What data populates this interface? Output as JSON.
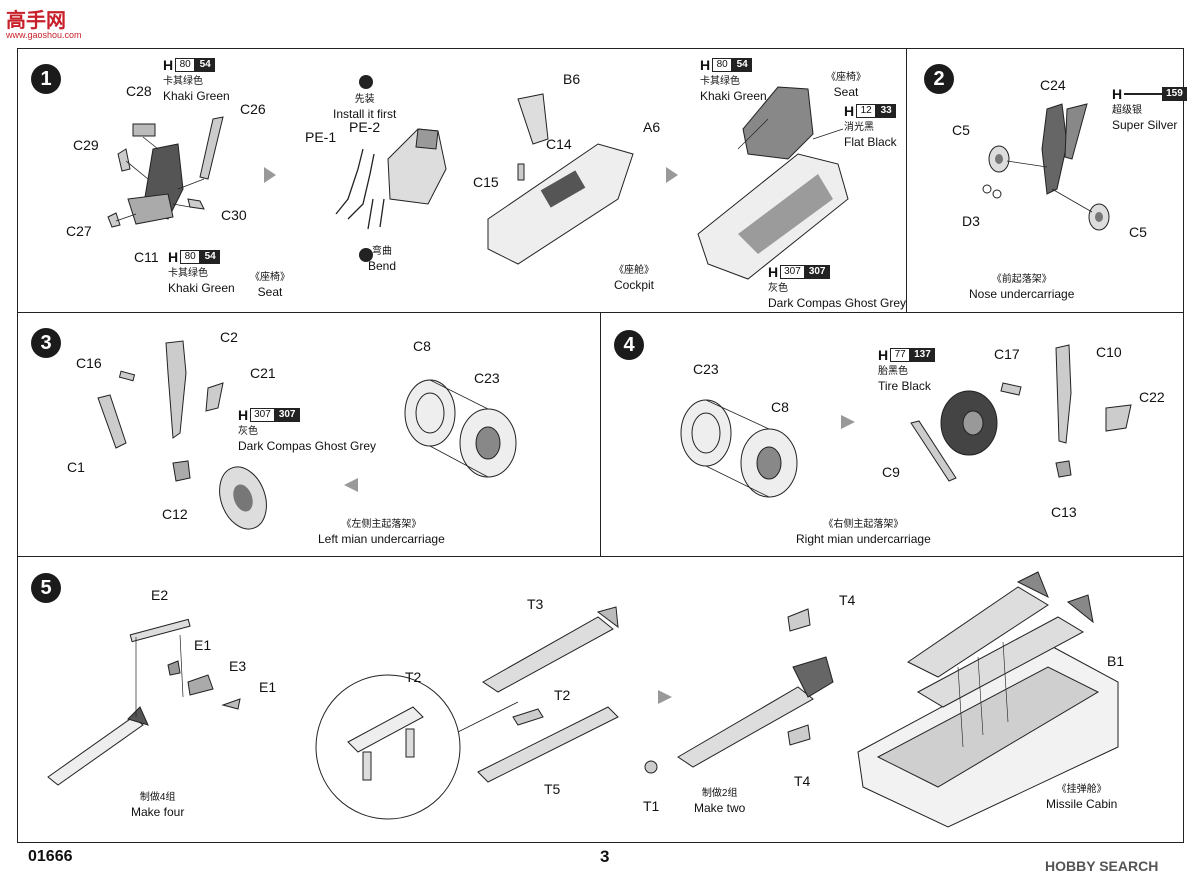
{
  "header": {
    "logo_text": "高手网",
    "logo_url_text": "www.gaoshou.com"
  },
  "footer": {
    "product_code": "01666",
    "page_number": "3",
    "watermark": "HOBBY SEARCH"
  },
  "steps": {
    "s1": {
      "number": "1",
      "labels": {
        "c28": "C28",
        "c26": "C26",
        "c29": "C29",
        "c30": "C30",
        "c27": "C27",
        "c11": "C11",
        "pe1": "PE-1",
        "pe2": "PE-2",
        "b6": "B6",
        "c14": "C14",
        "a6": "A6",
        "c15": "C15"
      },
      "paint_khaki_top": {
        "h": "H",
        "box1": "80",
        "box2": "54",
        "cn": "卡其绿色",
        "en": "Khaki Green"
      },
      "paint_khaki_bottom": {
        "h": "H",
        "box1": "80",
        "box2": "54",
        "cn": "卡其绿色",
        "en": "Khaki Green"
      },
      "seat_caption": {
        "cn": "《座椅》",
        "en": "Seat"
      },
      "install": {
        "cn": "先装",
        "en": "Install it first"
      },
      "bend": {
        "cn": "弯曲",
        "en": "Bend"
      },
      "cockpit_caption": {
        "cn": "《座舱》",
        "en": "Cockpit"
      },
      "paint_khaki_right": {
        "h": "H",
        "box1": "80",
        "box2": "54",
        "cn": "卡其绿色",
        "en": "Khaki Green"
      },
      "seat_caption2": {
        "cn": "《座椅》",
        "en": "Seat"
      },
      "paint_flat_black": {
        "h": "H",
        "box1": "12",
        "box2": "33",
        "cn": "消光黑",
        "en": "Flat Black"
      },
      "paint_grey": {
        "h": "H",
        "box1": "307",
        "box2": "307",
        "cn": "灰色",
        "en": "Dark Compas Ghost Grey"
      }
    },
    "s2": {
      "number": "2",
      "labels": {
        "c24": "C24",
        "c5a": "C5",
        "d3": "D3",
        "c5b": "C5"
      },
      "paint_silver": {
        "h": "H",
        "box1": "",
        "box2": "159",
        "cn": "超级银",
        "en": "Super Silver"
      },
      "caption": {
        "cn": "《前起落架》",
        "en": "Nose undercarriage"
      }
    },
    "s3": {
      "number": "3",
      "labels": {
        "c2": "C2",
        "c16": "C16",
        "c21": "C21",
        "c1": "C1",
        "c12": "C12",
        "c8": "C8",
        "c23": "C23"
      },
      "paint_grey": {
        "h": "H",
        "box1": "307",
        "box2": "307",
        "cn": "灰色",
        "en": "Dark Compas Ghost Grey"
      },
      "caption": {
        "cn": "《左侧主起落架》",
        "en": "Left mian undercarriage"
      }
    },
    "s4": {
      "number": "4",
      "labels": {
        "c23": "C23",
        "c8": "C8",
        "c17": "C17",
        "c10": "C10",
        "c22": "C22",
        "c9": "C9",
        "c13": "C13"
      },
      "paint_black": {
        "h": "H",
        "box1": "77",
        "box2": "137",
        "cn": "胎黑色",
        "en": "Tire Black"
      },
      "caption": {
        "cn": "《右侧主起落架》",
        "en": "Right mian undercarriage"
      }
    },
    "s5": {
      "number": "5",
      "labels": {
        "e2": "E2",
        "e1a": "E1",
        "e3": "E3",
        "e1b": "E1",
        "t2a": "T2",
        "t3": "T3",
        "t2b": "T2",
        "t5": "T5",
        "t4a": "T4",
        "t4b": "T4",
        "t1": "T1",
        "b1": "B1"
      },
      "make_four": {
        "cn": "制做4组",
        "en": "Make four"
      },
      "make_two": {
        "cn": "制做2组",
        "en": "Make two"
      },
      "missile_cabin": {
        "cn": "《挂弹舱》",
        "en": "Missile Cabin"
      }
    }
  }
}
